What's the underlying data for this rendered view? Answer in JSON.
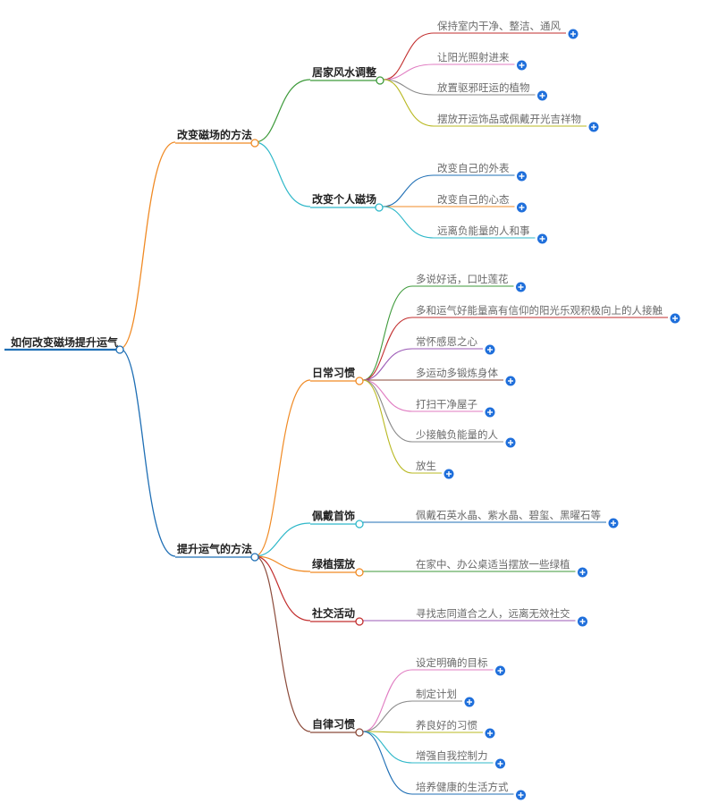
{
  "root": {
    "label": "如何改变磁场提升运气",
    "color": "#1f6fb5"
  },
  "branches": [
    {
      "label": "改变磁场的方法",
      "color": "#f08a24",
      "children": [
        {
          "label": "居家风水调整",
          "color": "#3d9a3a",
          "leaves": [
            {
              "label": "保持室内干净、整洁、通风",
              "color": "#c22e2e"
            },
            {
              "label": "让阳光照射进来",
              "color": "#e07bc1"
            },
            {
              "label": "放置驱邪旺运的植物",
              "color": "#8a8a8a"
            },
            {
              "label": "摆放开运饰品或佩戴开光吉祥物",
              "color": "#b8b820"
            }
          ]
        },
        {
          "label": "改变个人磁场",
          "color": "#2fb8c9",
          "leaves": [
            {
              "label": "改变自己的外表",
              "color": "#1f6fb5"
            },
            {
              "label": "改变自己的心态",
              "color": "#f08a24"
            },
            {
              "label": "远离负能量的人和事",
              "color": "#2fb8c9"
            }
          ]
        }
      ]
    },
    {
      "label": "提升运气的方法",
      "color": "#1f6fb5",
      "children": [
        {
          "label": "日常习惯",
          "color": "#f08a24",
          "leaves": [
            {
              "label": "多说好话，口吐莲花",
              "color": "#3d9a3a"
            },
            {
              "label": "多和运气好能量高有信仰的阳光乐观积极向上的人接触",
              "color": "#c22e2e"
            },
            {
              "label": "常怀感恩之心",
              "color": "#9b59b6"
            },
            {
              "label": "多运动多锻炼身体",
              "color": "#8b4a3a"
            },
            {
              "label": "打扫干净屋子",
              "color": "#e07bc1"
            },
            {
              "label": "少接触负能量的人",
              "color": "#8a8a8a"
            },
            {
              "label": "放生",
              "color": "#b8b820"
            }
          ]
        },
        {
          "label": "佩戴首饰",
          "color": "#2fb8c9",
          "leaves": [
            {
              "label": "佩戴石英水晶、紫水晶、碧玺、黑曜石等",
              "color": "#1f6fb5"
            }
          ]
        },
        {
          "label": "绿植摆放",
          "color": "#f08a24",
          "leaves": [
            {
              "label": "在家中、办公桌适当摆放一些绿植",
              "color": "#3d9a3a"
            }
          ]
        },
        {
          "label": "社交活动",
          "color": "#c22e2e",
          "leaves": [
            {
              "label": "寻找志同道合之人，远离无效社交",
              "color": "#9b59b6"
            }
          ]
        },
        {
          "label": "自律习惯",
          "color": "#8b4a3a",
          "leaves": [
            {
              "label": "设定明确的目标",
              "color": "#e07bc1"
            },
            {
              "label": "制定计划",
              "color": "#8a8a8a"
            },
            {
              "label": "养良好的习惯",
              "color": "#b8b820"
            },
            {
              "label": "增强自我控制力",
              "color": "#2fb8c9"
            },
            {
              "label": "培养健康的生活方式",
              "color": "#1f6fb5"
            }
          ]
        }
      ]
    }
  ],
  "expand_button_color": "#1f6fdb"
}
